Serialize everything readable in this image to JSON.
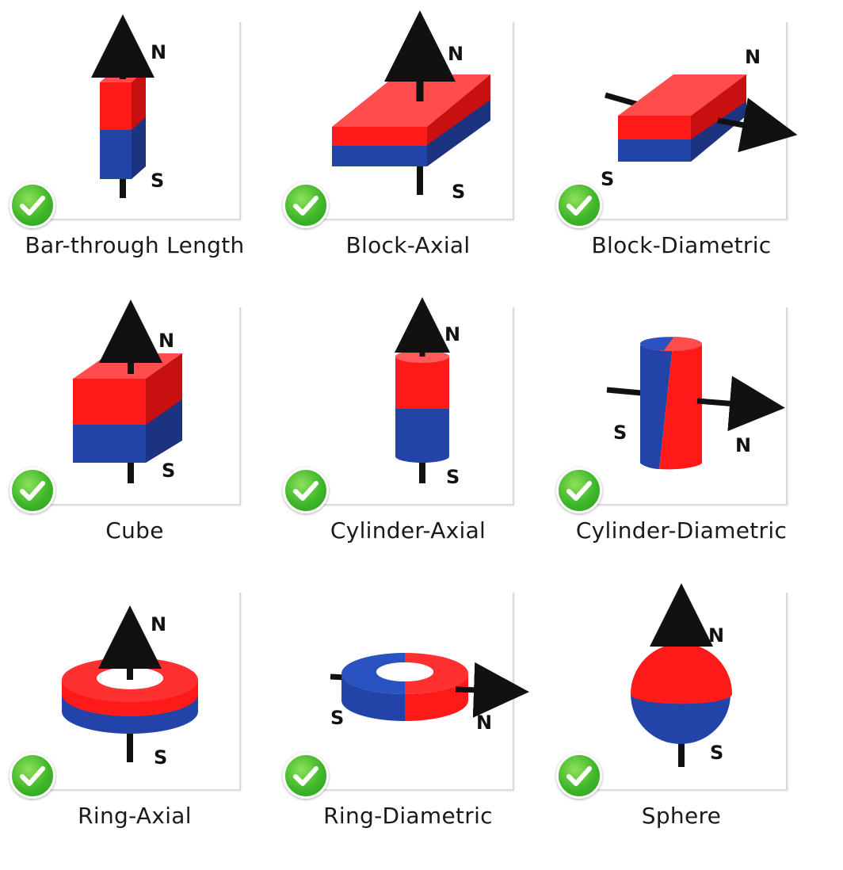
{
  "items": [
    {
      "label": "Bar-through Length",
      "north": "N",
      "south": "S",
      "colors": {
        "north": "#ff1a1a",
        "south": "#2244a8"
      }
    },
    {
      "label": "Block-Axial",
      "north": "N",
      "south": "S",
      "colors": {
        "north": "#ff1a1a",
        "south": "#2244a8"
      }
    },
    {
      "label": "Block-Diametric",
      "north": "N",
      "south": "S",
      "colors": {
        "north": "#ff1a1a",
        "south": "#2244a8"
      }
    },
    {
      "label": "Cube",
      "north": "N",
      "south": "S",
      "colors": {
        "north": "#ff1a1a",
        "south": "#2244a8"
      }
    },
    {
      "label": "Cylinder-Axial",
      "north": "N",
      "south": "S",
      "colors": {
        "north": "#ff1a1a",
        "south": "#2244a8"
      }
    },
    {
      "label": "Cylinder-Diametric",
      "north": "N",
      "south": "S",
      "colors": {
        "north": "#ff1a1a",
        "south": "#2244a8"
      }
    },
    {
      "label": "Ring-Axial",
      "north": "N",
      "south": "S",
      "colors": {
        "north": "#ff1a1a",
        "south": "#2244a8"
      }
    },
    {
      "label": "Ring-Diametric",
      "north": "N",
      "south": "S",
      "colors": {
        "north": "#ff1a1a",
        "south": "#2244a8"
      }
    },
    {
      "label": "Sphere",
      "north": "N",
      "south": "S",
      "colors": {
        "north": "#ff1a1a",
        "south": "#2244a8"
      }
    }
  ],
  "badge_icon": "check-circle-icon",
  "badge_color": "#3fb72a"
}
